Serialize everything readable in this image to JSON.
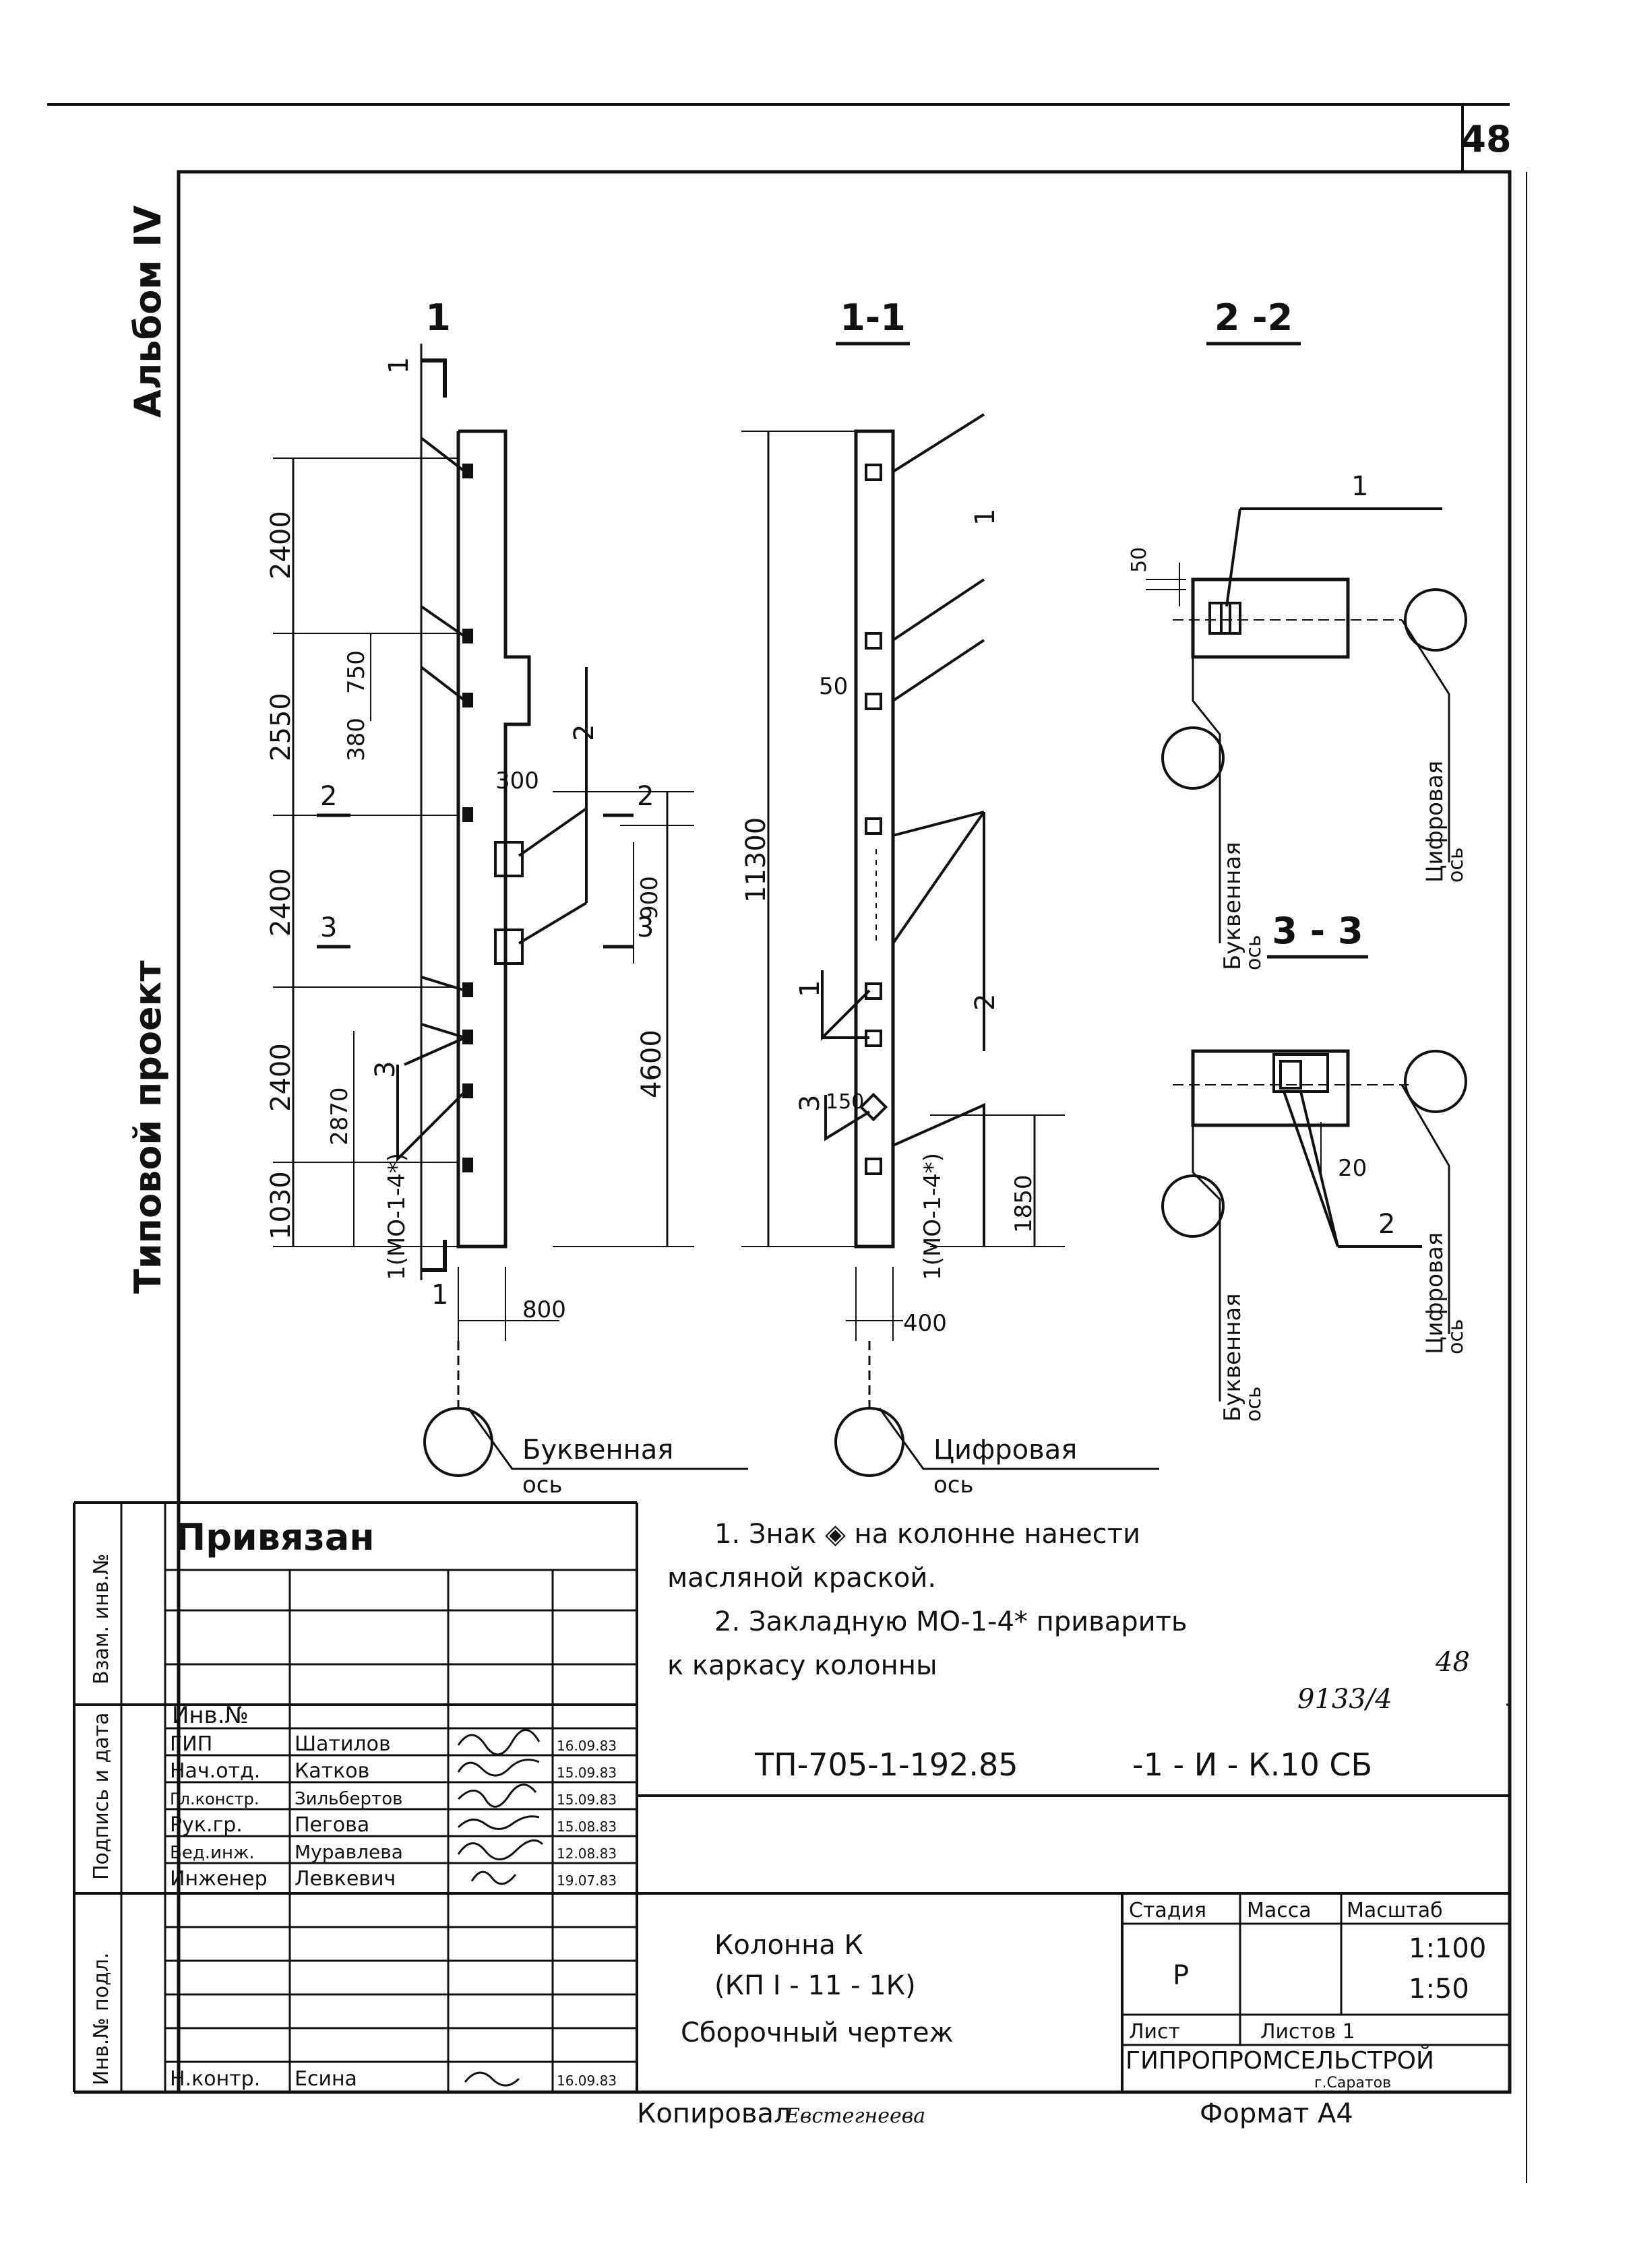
{
  "sheet": {
    "page_number": "48",
    "album": "Альбом IV",
    "project_type": "Типовой проект"
  },
  "sections": {
    "s1_marker": "1",
    "s11_title": "1-1",
    "s22_title": "2 -2",
    "s33_title": "3 - 3",
    "cut_2": "2",
    "cut_3": "3"
  },
  "dimensions": {
    "d2400a": "2400",
    "d2550": "2550",
    "d2400b": "2400",
    "d2400c": "2400",
    "d1030": "1030",
    "d750": "750",
    "d380": "380",
    "d2870": "2870",
    "d300": "300",
    "d900": "900",
    "d4600": "4600",
    "d800": "800",
    "d11300": "11300",
    "d50": "50",
    "d150": "150",
    "d1850": "1850",
    "d400": "400",
    "d50s": "50",
    "d20": "20"
  },
  "callouts": {
    "item1": "1",
    "item2": "2",
    "item3": "3",
    "embed_a": "1(МО-1-4*)",
    "embed_b": "1(МО-1-4*)"
  },
  "axes": {
    "letter_axis": "Буквенная",
    "digit_axis": "Цифровая",
    "axis_word": "ось"
  },
  "notes": [
    "1. Знак ◈ на колонне нанести",
    "масляной краской.",
    "2. Закладную МО-1-4* приварить",
    "к каркасу колонны"
  ],
  "title_block": {
    "bound_label": "Привязан",
    "inv_label": "Инв.№",
    "margin_labels": [
      "Взам. инв.№",
      "Подпись и дата",
      "Инв.№ подл."
    ],
    "staff": [
      {
        "role": "ГИП",
        "name": "Шатилов",
        "date": "16.09.83"
      },
      {
        "role": "Нач.отд.",
        "name": "Катков",
        "date": "15.09.83"
      },
      {
        "role": "Гл.констр.",
        "name": "Зильбертов",
        "date": "15.09.83"
      },
      {
        "role": "Рук.гр.",
        "name": "Пегова",
        "date": "15.08.83"
      },
      {
        "role": "Вед.инж.",
        "name": "Муравлева",
        "date": "12.08.83"
      },
      {
        "role": "Инженер",
        "name": "Левкевич",
        "date": "19.07.83"
      }
    ],
    "control": {
      "role": "Н.контр.",
      "name": "Есина",
      "date": "16.09.83"
    },
    "code": "ТП-705-1-192.85",
    "code_suffix": "-1 - И - К.10 СБ",
    "handwritten_number": "9133/4",
    "handwritten_page": "48",
    "item_name_1": "Колонна К",
    "item_name_2": "(КП I - 11 - 1К)",
    "item_name_3": "Сборочный чертеж",
    "stage_label": "Стадия",
    "mass_label": "Масса",
    "scale_label": "Масштаб",
    "stage_value": "Р",
    "scale_1": "1:100",
    "scale_2": "1:50",
    "sheet_label": "Лист",
    "sheets_label": "Листов 1",
    "organization": "ГИПРОПРОМСЕЛЬСТРОЙ",
    "city": "г.Саратов"
  },
  "footer": {
    "copied": "Копировал",
    "copier": "Евстегнеева",
    "format": "Формат А4"
  }
}
